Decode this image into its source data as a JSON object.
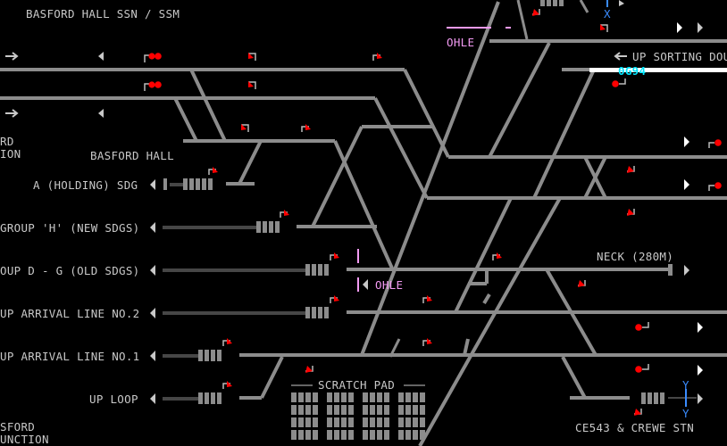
{
  "colors": {
    "background": "#000000",
    "track": "#8c8c8c",
    "text": "#c8c8c8",
    "signal_red": "#ff0000",
    "ohle": "#f29af2",
    "route_blue": "#3a8cff",
    "headcode": "#00e6ff",
    "white": "#ffffff"
  },
  "panel_title": "BASFORD HALL SSN / SSM",
  "ohle_labels": [
    "OHLE",
    "OHLE"
  ],
  "up_sorting": "UP SORTING DOU",
  "headcode": "0G94",
  "route_markers": [
    "X",
    "Y",
    "Y"
  ],
  "location_labels": {
    "basford_junction_top": "RD\nION",
    "basford_hall": "BASFORD HALL",
    "basford_junction_bottom": "SFORD\nUNCTION",
    "crewe": "CE543 & CREWE STN",
    "neck": "NECK (280M)",
    "scratch_pad": "SCRATCH PAD"
  },
  "line_labels": [
    "A (HOLDING) SDG",
    "GROUP 'H' (NEW SDGS)",
    "OUP D - G (OLD SDGS)",
    "UP ARRIVAL LINE NO.2",
    "UP ARRIVAL LINE NO.1",
    "UP LOOP"
  ]
}
